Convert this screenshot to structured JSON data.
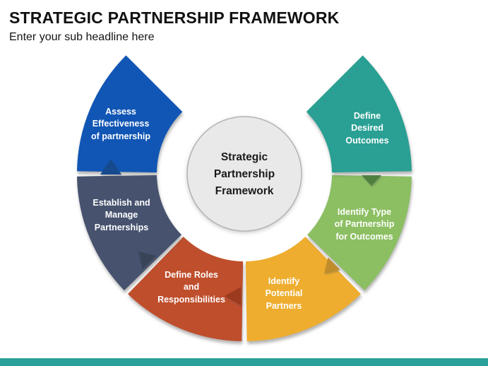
{
  "slide": {
    "title": "STRATEGIC PARTNERSHIP FRAMEWORK",
    "subtitle": "Enter your sub headline here",
    "title_color": "#111111",
    "background_color": "#ffffff",
    "footer_bar_color": "#2ba09a"
  },
  "diagram": {
    "center_circle": {
      "label": "Strategic\nPartnership\nFramework",
      "fill": "#e9e9e9",
      "border_color": "#b3b3b3",
      "text_color": "#1a1a1a"
    },
    "label_text_color": "#ffffff",
    "segments": [
      {
        "id": "define-desired-outcomes",
        "label": "Define\nDesired\nOutcomes",
        "color": "#2aa094",
        "position": "top-right",
        "order": 1
      },
      {
        "id": "identify-type-of-partnership-for-outcomes",
        "label": "Identify Type\nof Partnership\nfor Outcomes",
        "color": "#8cbf62",
        "position": "right",
        "order": 2
      },
      {
        "id": "identify-potential-partners",
        "label": "Identify\nPotential\nPartners",
        "color": "#eead2e",
        "position": "bottom-right",
        "order": 3
      },
      {
        "id": "define-roles-and-responsibilities",
        "label": "Define Roles\nand\nResponsibilities",
        "color": "#bf4e2c",
        "position": "bottom-left",
        "order": 4
      },
      {
        "id": "establish-and-manage-partnerships",
        "label": "Establish and\nManage\nPartnerships",
        "color": "#46526e",
        "position": "left",
        "order": 5
      },
      {
        "id": "assess-effectiveness-of-partnership",
        "label": "Assess\nEffectiveness\nof partnership",
        "color": "#1156b4",
        "position": "top-left",
        "order": 6
      }
    ],
    "flow_arrows": [
      {
        "id": "arrow-into-identify-type",
        "color": "#4f8040",
        "direction": "down"
      },
      {
        "id": "arrow-into-identify-potential-partners",
        "color": "#c08d2a",
        "direction": "down-left"
      },
      {
        "id": "arrow-into-define-roles",
        "color": "#9c3a1e",
        "direction": "left"
      },
      {
        "id": "arrow-into-establish-and-manage",
        "color": "#394459",
        "direction": "up-left"
      },
      {
        "id": "arrow-into-assess-effectiveness",
        "color": "#164a8f",
        "direction": "up"
      }
    ]
  }
}
